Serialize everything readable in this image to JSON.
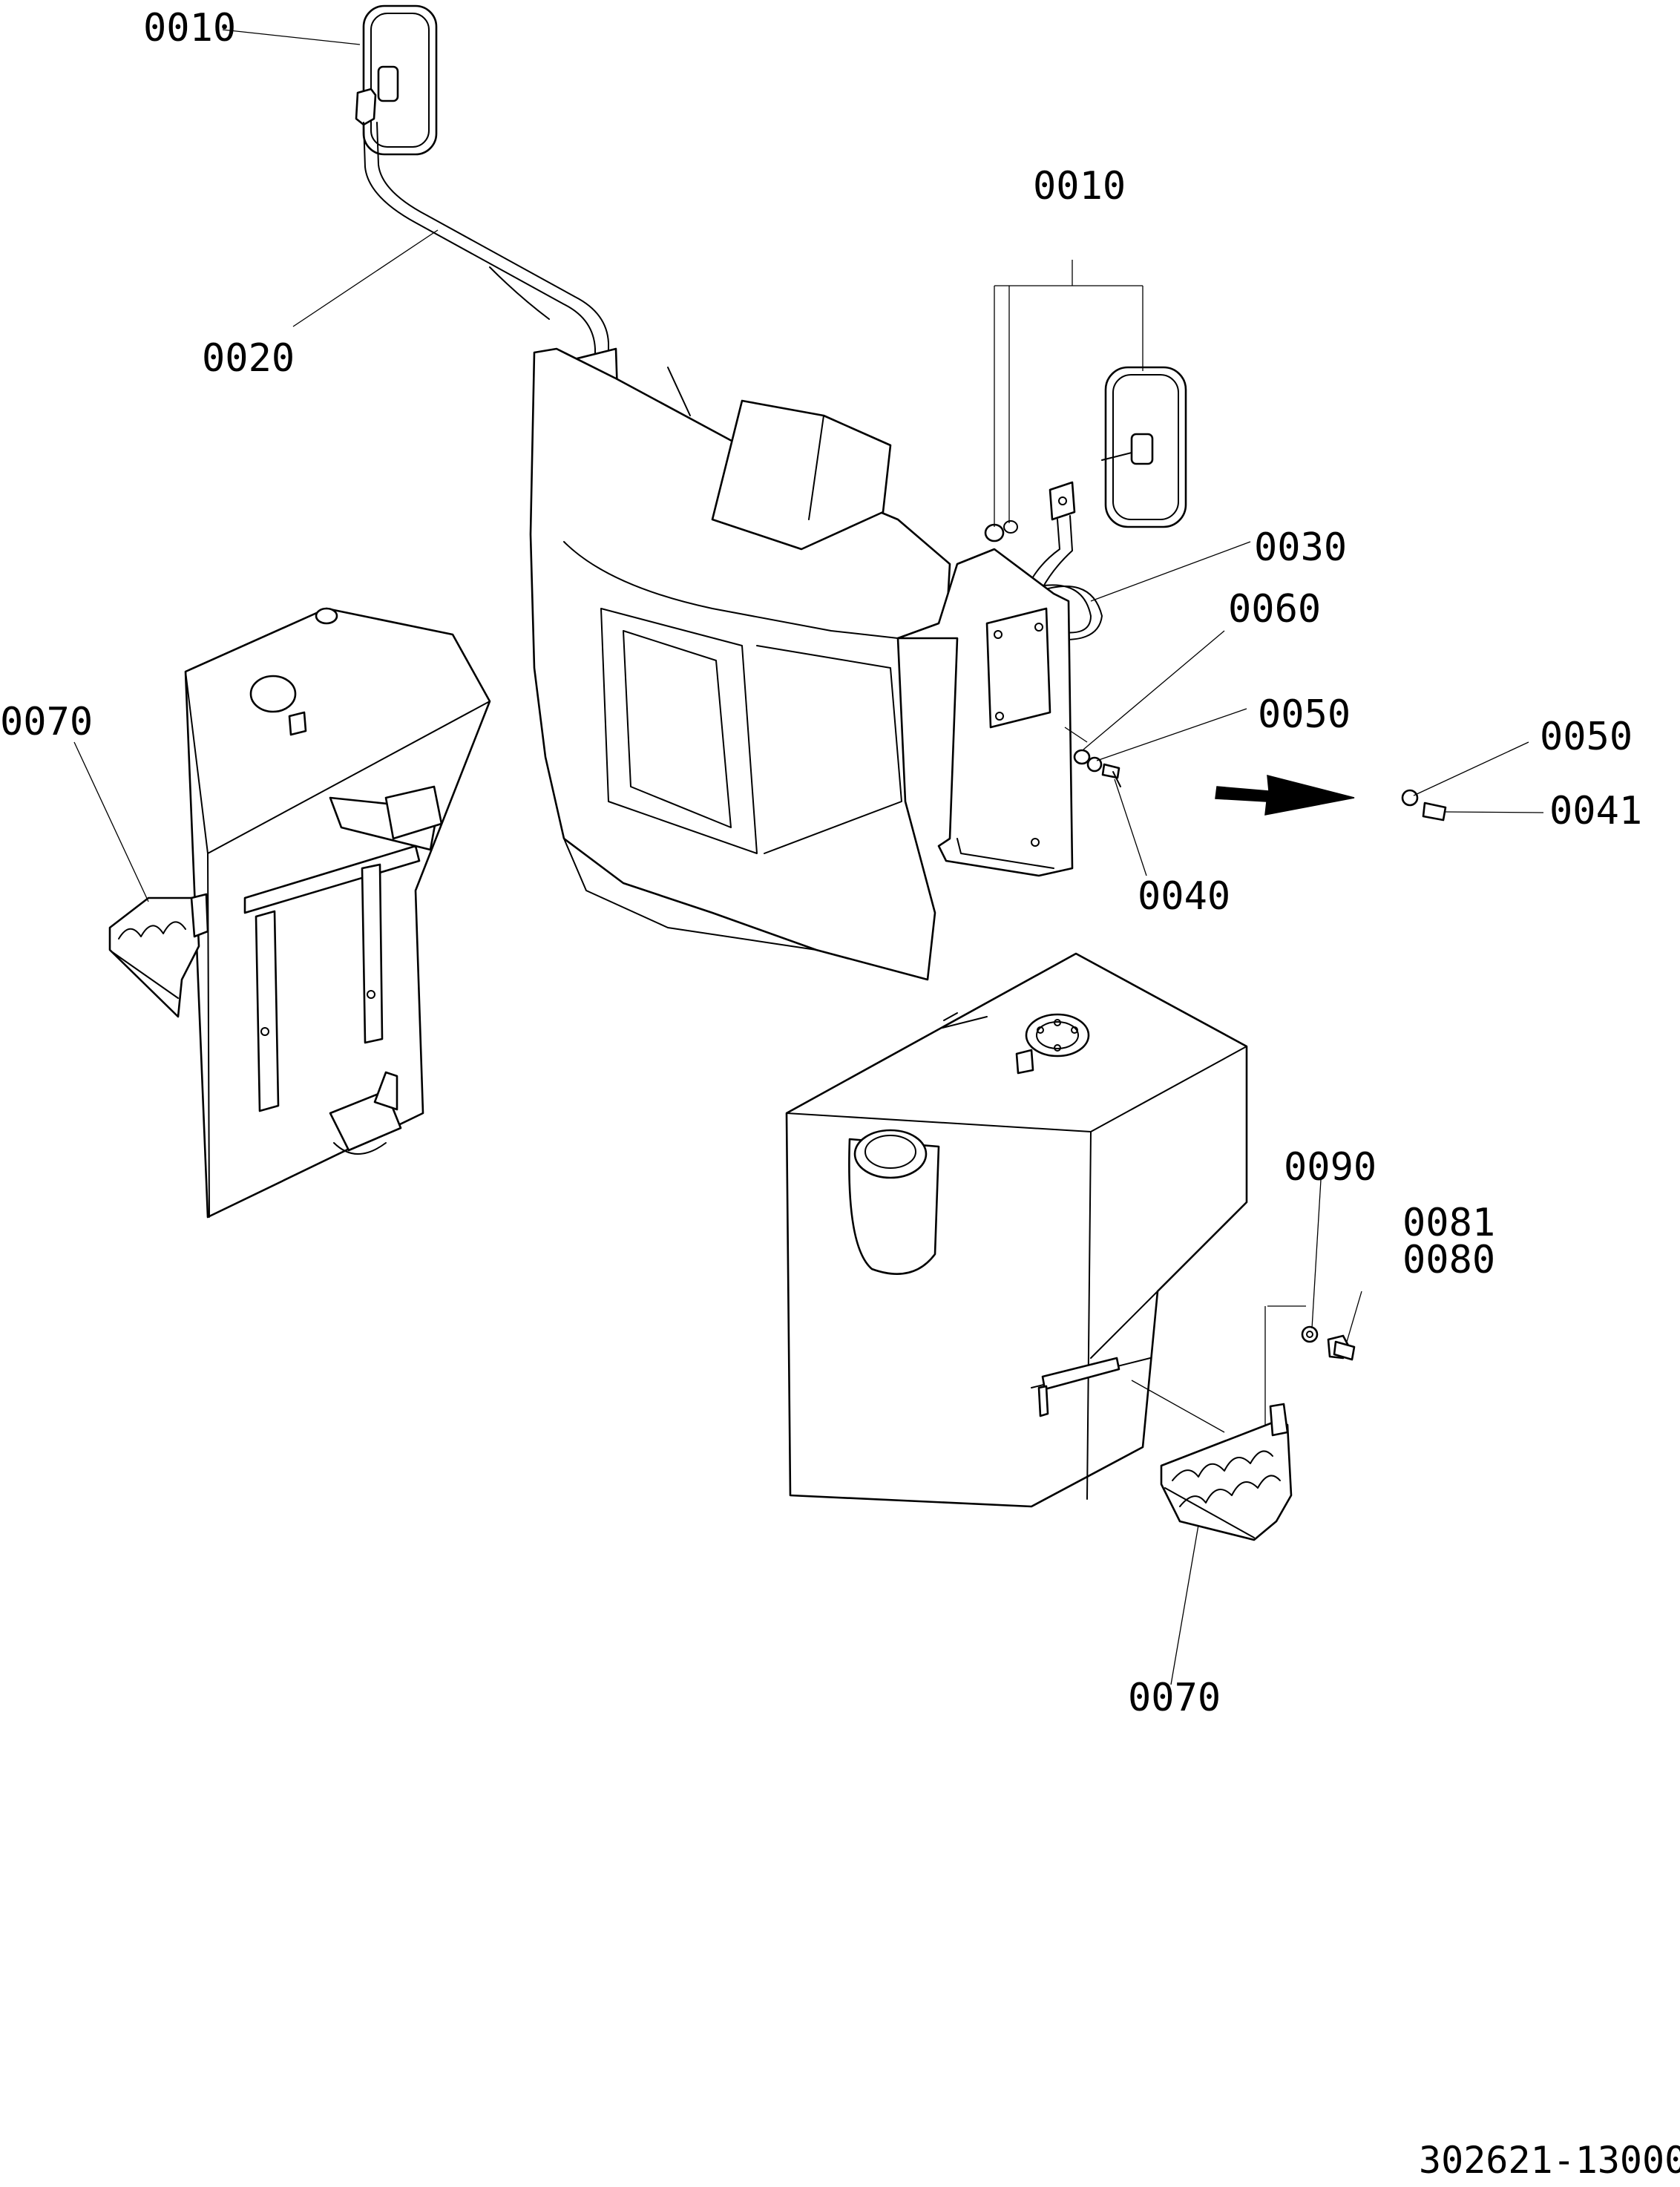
{
  "callouts": {
    "c0010_left": "0010",
    "c0020": "0020",
    "c0010_right": "0010",
    "c0030": "0030",
    "c0060": "0060",
    "c0050_a": "0050",
    "c0050_b": "0050",
    "c0041": "0041",
    "c0040": "0040",
    "c0070_left": "0070",
    "c0090": "0090",
    "c0081": "0081",
    "c0080": "0080",
    "c0070_bottom": "0070"
  },
  "drawing_number": "302621-13000"
}
